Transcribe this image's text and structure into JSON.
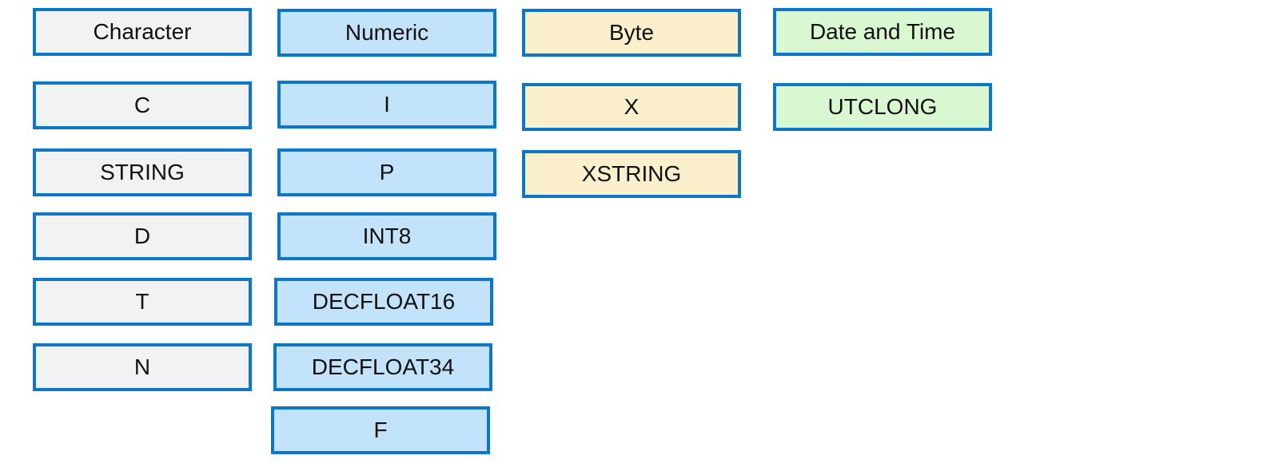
{
  "colors": {
    "border": "#0A77C9",
    "character_fill": "#F2F2F2",
    "numeric_fill": "#C3E3FB",
    "byte_fill": "#FCEFCB",
    "datetime_fill": "#D9F7D1"
  },
  "character": {
    "header": "Character",
    "types": [
      "C",
      "STRING",
      "D",
      "T",
      "N"
    ]
  },
  "numeric": {
    "header": "Numeric",
    "types": [
      "I",
      "P",
      "INT8",
      "DECFLOAT16",
      "DECFLOAT34",
      "F"
    ]
  },
  "byte": {
    "header": "Byte",
    "types": [
      "X",
      "XSTRING"
    ]
  },
  "datetime": {
    "header": "Date and Time",
    "types": [
      "UTCLONG"
    ]
  }
}
